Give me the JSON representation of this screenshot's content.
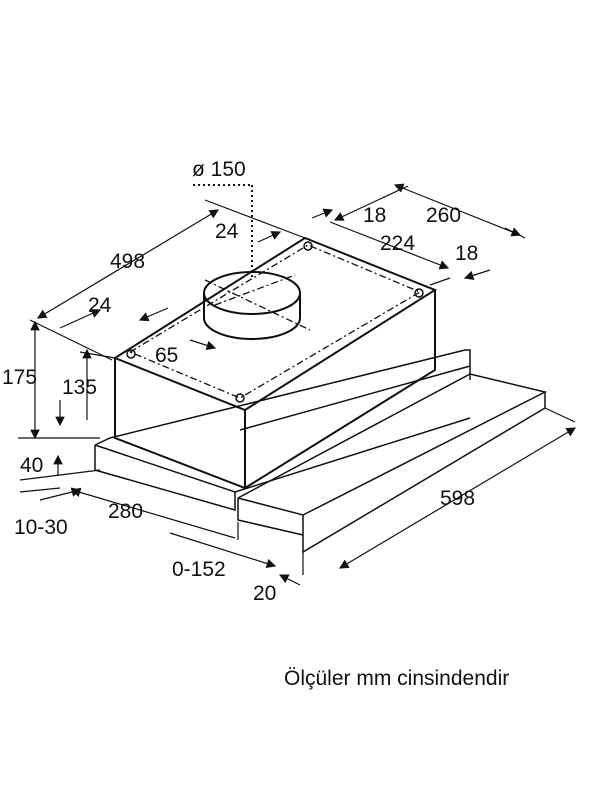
{
  "dimensions": {
    "duct_diameter": "ø 150",
    "overall_depth": "498",
    "back_offset": "24",
    "front_offset": "24",
    "top_offset": "18",
    "hole_width": "224",
    "box_width": "260",
    "side_offset": "18",
    "height_total": "175",
    "height_box": "135",
    "hole_front": "65",
    "base_height": "40",
    "base_gap": "10-30",
    "depth_base": "280",
    "slide_travel": "0-152",
    "front_lip": "20",
    "width": "598"
  },
  "caption": "Ölçüler mm cinsindendir"
}
